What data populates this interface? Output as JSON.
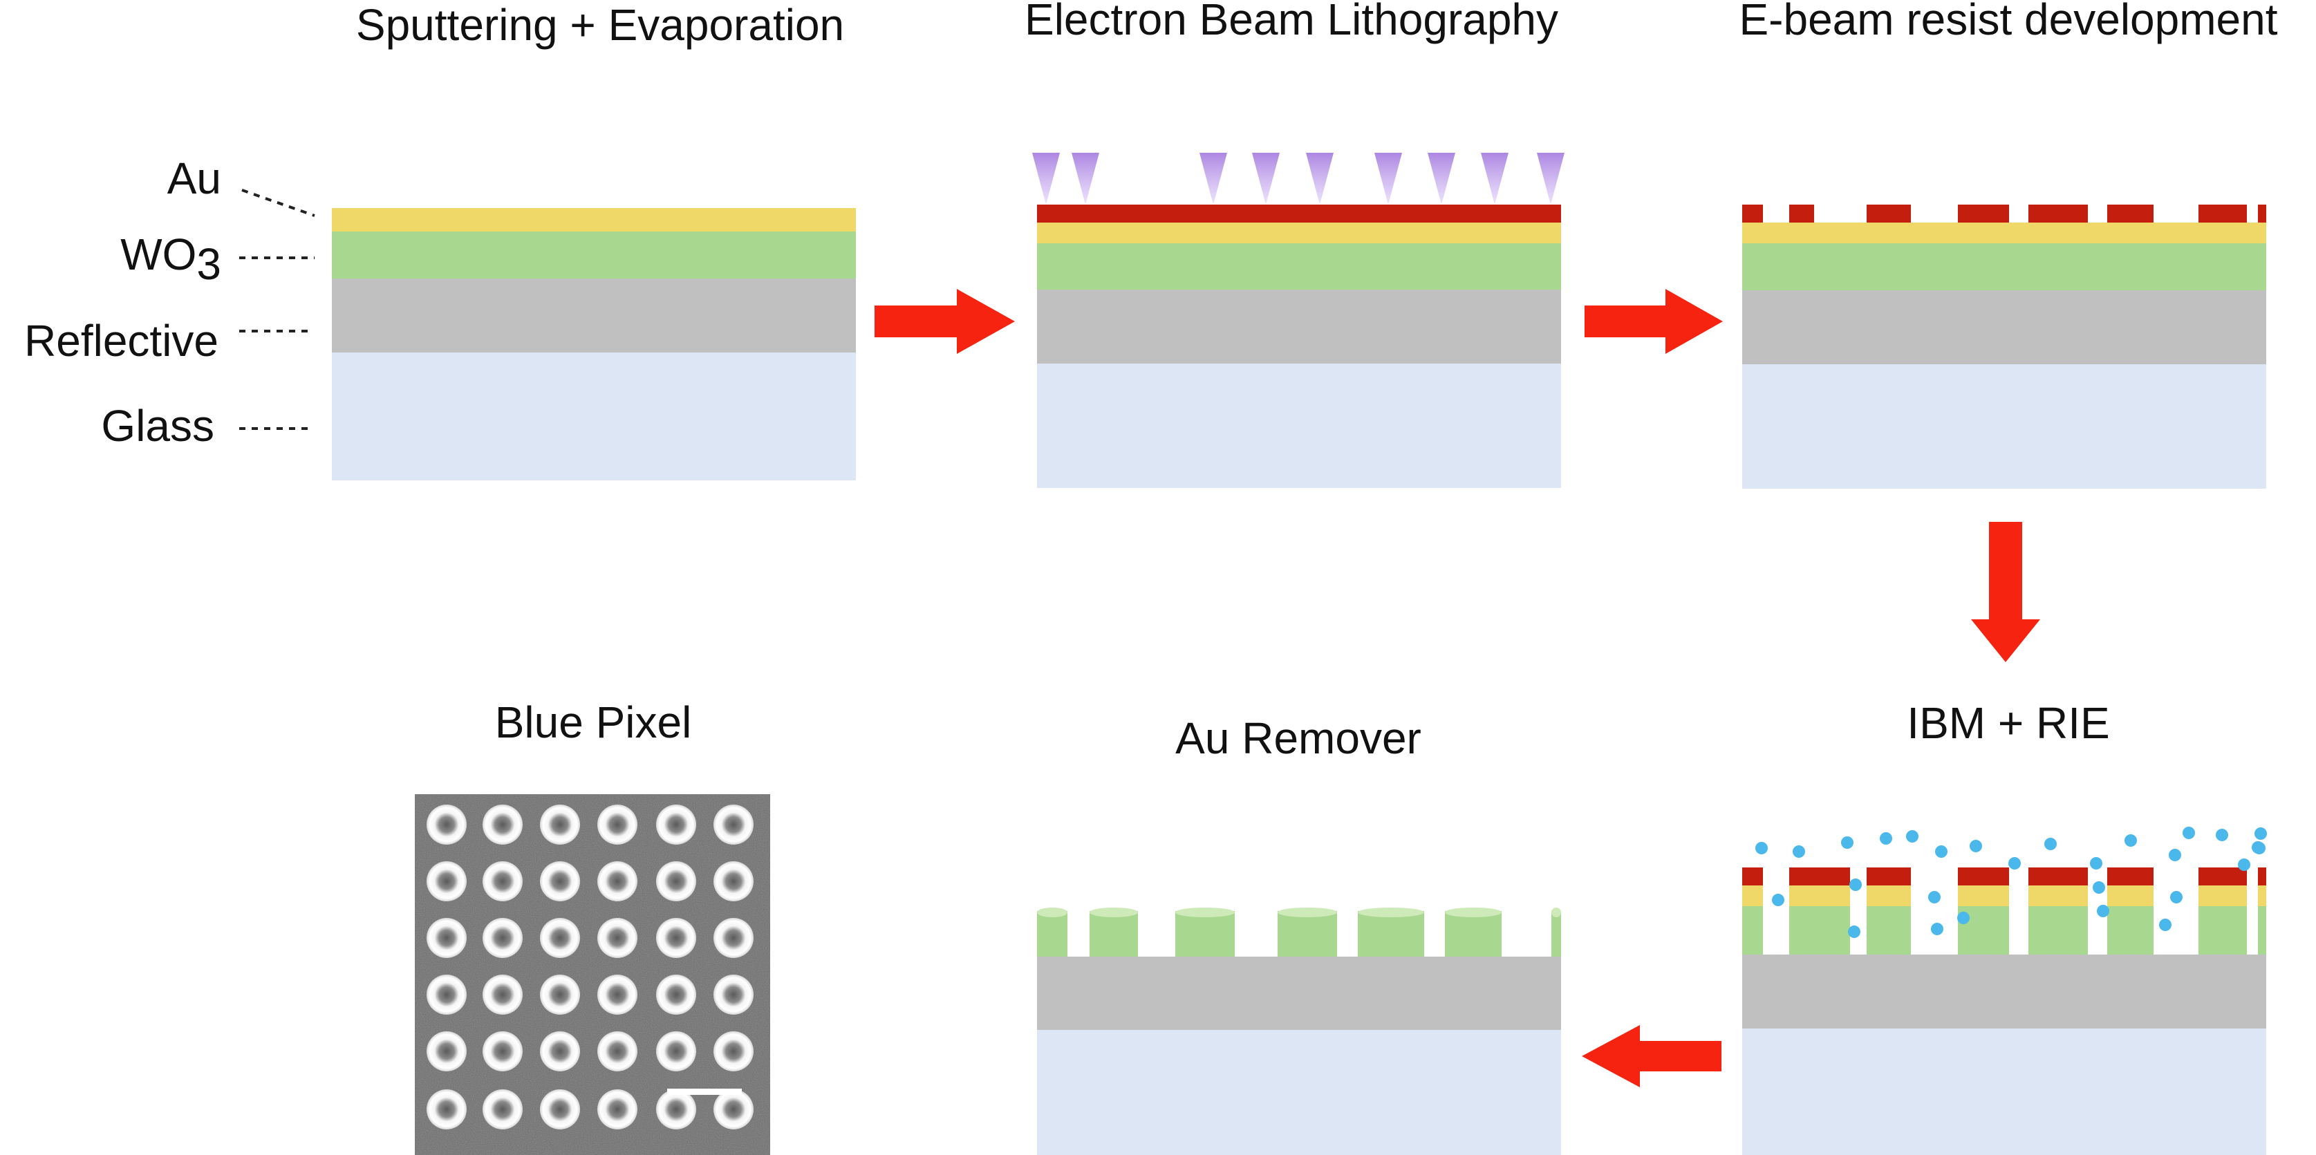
{
  "steps": {
    "s1": {
      "title": "Sputtering + Evaporation"
    },
    "s2": {
      "title": "Electron Beam Lithography"
    },
    "s3": {
      "title": "E-beam resist development"
    },
    "s4": {
      "title": "IBM + RIE"
    },
    "s5": {
      "title": "Au Remover"
    },
    "s6": {
      "title": "Blue Pixel"
    }
  },
  "layer_labels": {
    "au": "Au",
    "wo3_main": "WO",
    "wo3_sub": "3",
    "reflective": "Reflective",
    "glass": "Glass"
  },
  "colors": {
    "au": "#f0d868",
    "wo3": "#a8d890",
    "reflective": "#c0c0c0",
    "glass": "#dce6f4",
    "resist": "#c41e0e",
    "arrow": "#f5230f",
    "ebeam": "#a880e0",
    "ion": "#4bb8ec",
    "sem_bg": "#6a6a6a"
  },
  "icons": {
    "ebeam": "electron-beam-cone-icon",
    "ion": "ion-particle-icon",
    "arrow": "process-arrow-icon"
  }
}
